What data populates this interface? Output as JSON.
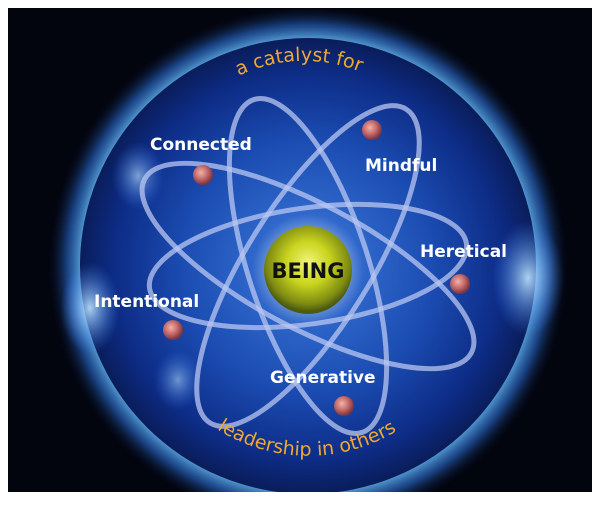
{
  "diagram": {
    "center_label": "BEING",
    "top_arc_text": "a catalyst for",
    "bottom_arc_text": "leadership in others",
    "nodes": [
      {
        "id": "connected",
        "label": "Connected"
      },
      {
        "id": "mindful",
        "label": "Mindful"
      },
      {
        "id": "heretical",
        "label": "Heretical"
      },
      {
        "id": "intentional",
        "label": "Intentional"
      },
      {
        "id": "generative",
        "label": "Generative"
      }
    ]
  },
  "colors": {
    "background": "#02040e",
    "sun_glow": "#2f7fe8",
    "sun_core": "#0b2a78",
    "orbit": "#b9c7f2",
    "nucleus": "#c8d41e",
    "electron": "#c46a6a",
    "arc_text": "#f0a830",
    "label": "#ffffff"
  }
}
